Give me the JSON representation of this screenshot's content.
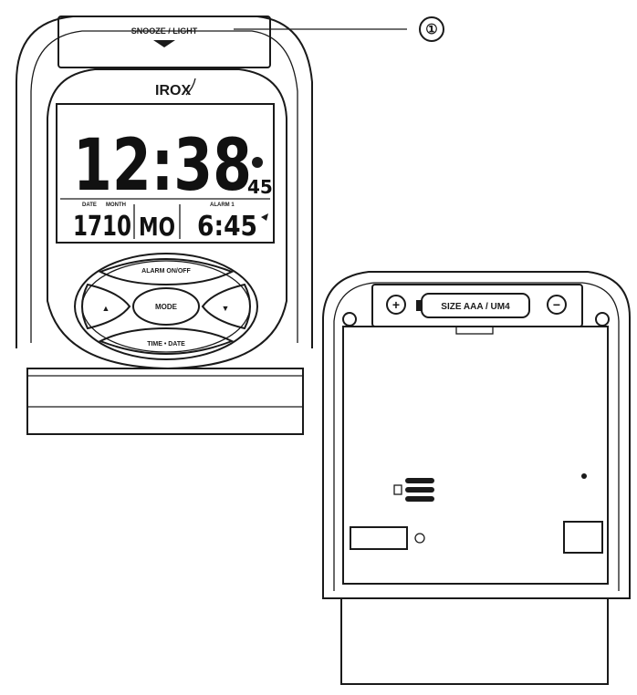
{
  "callout": {
    "number": "①"
  },
  "front": {
    "snooze_label": "SNOOZE / LIGHT",
    "brand": "IROX",
    "time": "12:38",
    "seconds": "45",
    "date_label_day": "DATE",
    "date_label_month": "MONTH",
    "date_value": "1710",
    "weekday": "MO",
    "alarm_label": "ALARM 1",
    "alarm_time": "6:45",
    "buttons": {
      "alarm": "ALARM ON/OFF",
      "mode": "MODE",
      "up": "▲",
      "down": "▼",
      "bottom": "TIME • DATE"
    }
  },
  "back": {
    "battery_label": "SIZE  AAA / UM4",
    "plus": "+",
    "minus": "−"
  }
}
